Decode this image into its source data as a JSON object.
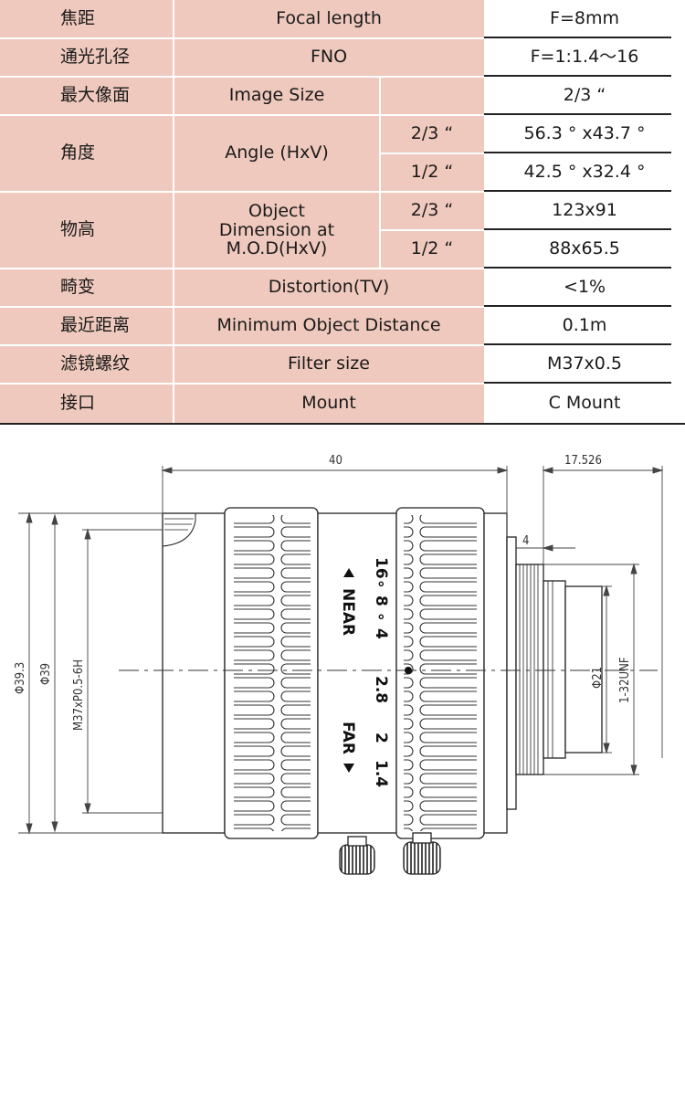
{
  "specs": {
    "focal_length": {
      "cn": "焦距",
      "en": "Focal length",
      "value": "F=8mm"
    },
    "fno": {
      "cn": "通光孔径",
      "en": "FNO",
      "value": "F=1:1.4～16"
    },
    "image_size": {
      "cn": "最大像面",
      "en": "Image Size",
      "value": "2/3 “"
    },
    "angle": {
      "cn": "角度",
      "en": "Angle (HxV)",
      "sub1": "2/3 “",
      "val1": "56.3 ° x43.7 °",
      "sub2": "1/2 “",
      "val2": "42.5 ° x32.4 °"
    },
    "object": {
      "cn": "物高",
      "en_line1": "Object",
      "en_line2": "Dimension at",
      "en_line3": "M.O.D(HxV)",
      "sub1": "2/3 “",
      "val1": "123x91",
      "sub2": "1/2 “",
      "val2": "88x65.5"
    },
    "distortion": {
      "cn": "畸变",
      "en": "Distortion(TV)",
      "value": "<1%"
    },
    "mod": {
      "cn": "最近距离",
      "en": "Minimum Object Distance",
      "value": "0.1m"
    },
    "filter": {
      "cn": "滤镜螺纹",
      "en": "Filter size",
      "value": "M37x0.5"
    },
    "mount": {
      "cn": "接口",
      "en": "Mount",
      "value": "C Mount"
    }
  },
  "drawing": {
    "dim_length": "40",
    "dim_back": "17.526",
    "dim_flange": "4",
    "dia_outer": "Φ39.3",
    "dia_body": "Φ39",
    "filter_thread": "M37xP0.5-6H",
    "dia_mount_inner": "Φ21",
    "mount_thread": "1-32UNF",
    "focus_scale": [
      "16",
      "∘",
      "8",
      "∘",
      "4",
      "2.8",
      "2",
      "1.4"
    ],
    "near_label": "NEAR",
    "far_label": "FAR"
  }
}
